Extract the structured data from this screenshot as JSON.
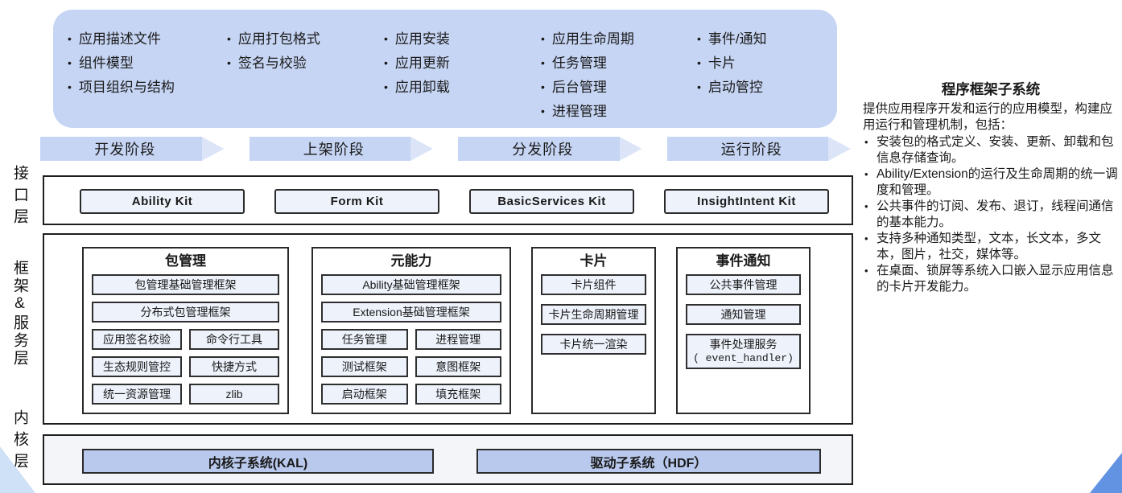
{
  "colors": {
    "accent_blue": "#c6d5f4",
    "arrow_head": "#dce5f8",
    "item_fill": "#edf2fb",
    "kernel_fill": "#b9c9ed"
  },
  "features": {
    "columns": [
      {
        "items": [
          "应用描述文件",
          "组件模型",
          "项目组织与结构"
        ]
      },
      {
        "items": [
          "应用打包格式",
          "签名与校验"
        ]
      },
      {
        "items": [
          "应用安装",
          "应用更新",
          "应用卸载"
        ]
      },
      {
        "items": [
          "应用生命周期",
          "任务管理",
          "后台管理",
          "进程管理"
        ]
      },
      {
        "items": [
          "事件/通知",
          "卡片",
          "启动管控"
        ]
      }
    ]
  },
  "phases": [
    "开发阶段",
    "上架阶段",
    "分发阶段",
    "运行阶段"
  ],
  "layers": {
    "interface": {
      "label": "接口层",
      "kits": [
        "Ability Kit",
        "Form Kit",
        "BasicServices Kit",
        "InsightIntent Kit"
      ]
    },
    "framework": {
      "label": "框架&服务层",
      "groups": [
        {
          "title": "包管理",
          "wide": [
            "包管理基础管理框架",
            "分布式包管理框架"
          ],
          "pairs": [
            [
              "应用签名校验",
              "命令行工具"
            ],
            [
              "生态规则管控",
              "快捷方式"
            ],
            [
              "统一资源管理",
              "zlib"
            ]
          ]
        },
        {
          "title": "元能力",
          "wide": [
            "Ability基础管理框架",
            "Extension基础管理框架"
          ],
          "pairs": [
            [
              "任务管理",
              "进程管理"
            ],
            [
              "测试框架",
              "意图框架"
            ],
            [
              "启动框架",
              "填充框架"
            ]
          ]
        },
        {
          "title": "卡片",
          "wide": [
            "卡片组件",
            "卡片生命周期管理",
            "卡片统一渲染"
          ]
        },
        {
          "title": "事件通知",
          "wide": [
            "公共事件管理",
            "通知管理"
          ],
          "tall": {
            "line1": "事件处理服务",
            "line2": "( event_handler)"
          }
        }
      ]
    },
    "kernel": {
      "label": "内核层",
      "systems": [
        "内核子系统(KAL)",
        "驱动子系统（HDF）"
      ]
    }
  },
  "side_panel": {
    "title": "程序框架子系统",
    "intro": "提供应用程序开发和运行的应用模型，构建应用运行和管理机制，包括：",
    "bullets": [
      "安装包的格式定义、安装、更新、卸载和包信息存储查询。",
      "Ability/Extension的运行及生命周期的统一调度和管理。",
      "公共事件的订阅、发布、退订，线程间通信的基本能力。",
      "支持多种通知类型，文本，长文本，多文本，图片，社交，媒体等。",
      "在桌面、锁屏等系统入口嵌入显示应用信息的卡片开发能力。"
    ]
  }
}
